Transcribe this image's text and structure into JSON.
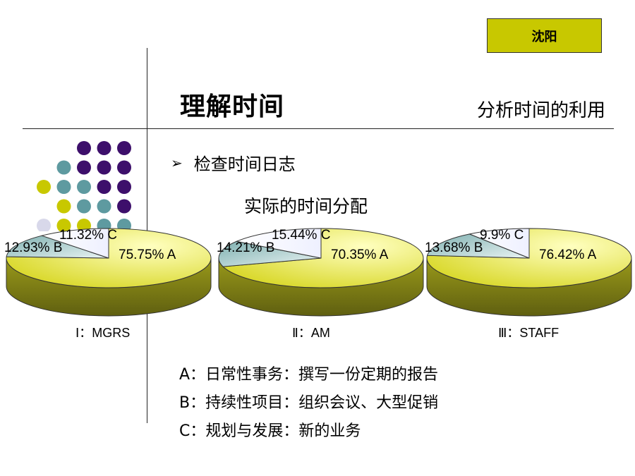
{
  "header": {
    "city": "沈阳",
    "title": "理解时间",
    "subtitle": "分析时间的利用"
  },
  "bullet": {
    "icon": "arrowhead-bullet-icon",
    "text": "检查时间日志"
  },
  "colors": {
    "accent_yellow": "#c8c800",
    "purple": "#3d0f6b",
    "teal": "#5e9aa0",
    "pale_lavender": "#d8d8ea",
    "slice_a": "#d9d82a",
    "slice_b": "#7fb0b0",
    "slice_c": "#eef0ff"
  },
  "chart_data": {
    "type": "pie",
    "title": "实际的时间分配",
    "charts": [
      {
        "name": "Ⅰ：MGRS",
        "slices": [
          {
            "label": "A",
            "value": 75.75,
            "text": "75.75% A"
          },
          {
            "label": "B",
            "value": 12.93,
            "text": "12.93% B"
          },
          {
            "label": "C",
            "value": 11.32,
            "text": "11.32% C"
          }
        ]
      },
      {
        "name": "Ⅱ：AM",
        "slices": [
          {
            "label": "A",
            "value": 70.35,
            "text": "70.35% A"
          },
          {
            "label": "B",
            "value": 14.21,
            "text": "14.21% B"
          },
          {
            "label": "C",
            "value": 15.44,
            "text": "15.44% C"
          }
        ]
      },
      {
        "name": "Ⅲ：STAFF",
        "slices": [
          {
            "label": "A",
            "value": 76.42,
            "text": "76.42% A"
          },
          {
            "label": "B",
            "value": 13.68,
            "text": "13.68% B"
          },
          {
            "label": "C",
            "value": 9.9,
            "text": "9.9% C"
          }
        ]
      }
    ]
  },
  "legend": [
    "A：日常性事务：撰写一份定期的报告",
    "B：持续性项目：组织会议、大型促销",
    "C：规划与发展：新的业务"
  ]
}
